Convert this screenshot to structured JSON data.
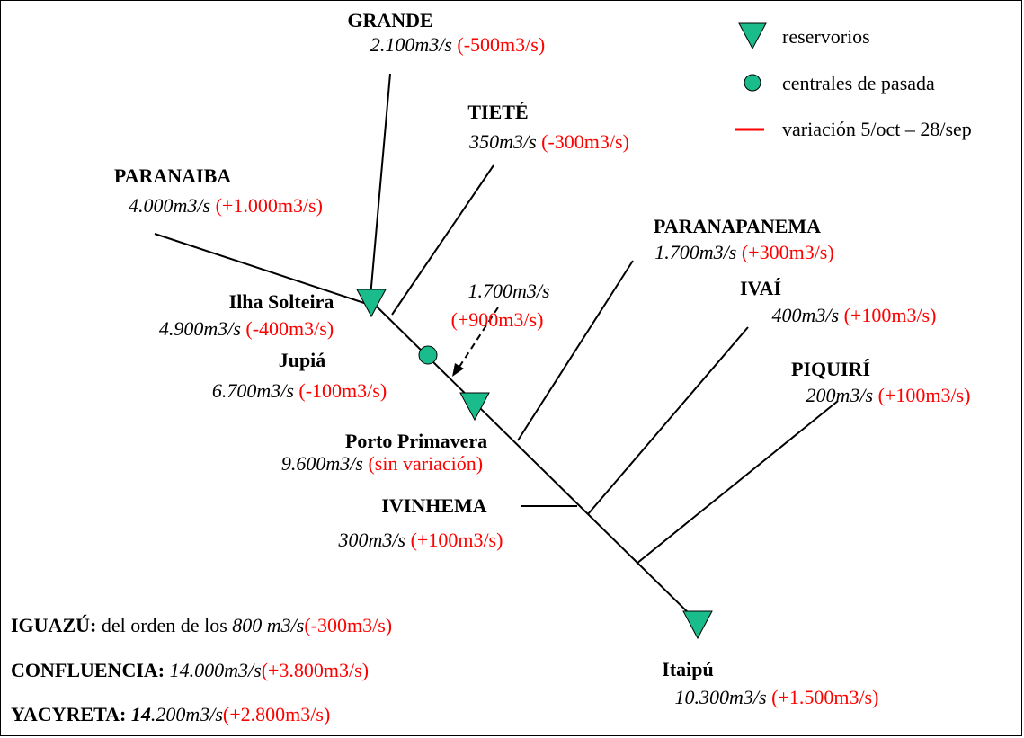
{
  "colors": {
    "reservoir": "#1abc8c",
    "variation": "#ff0000",
    "lines": "#000000"
  },
  "legend": {
    "reservoir_icon": "triangle-down-icon",
    "run_of_river_icon": "circle-icon",
    "variation_icon": "red-dash-icon",
    "reservoir": "reservorios",
    "run_of_river": "centrales de pasada",
    "variation": "variación 5/oct – 28/sep"
  },
  "nodes": {
    "grande": {
      "name": "GRANDE",
      "flow": "2.100m3/s",
      "change": "(-500m3/s)"
    },
    "tiete": {
      "name": "TIETÉ",
      "flow": "350m3/s",
      "change": "(-300m3/s)"
    },
    "paranaiba": {
      "name": "PARANAIBA",
      "flow": "4.000m3/s",
      "change": "(+1.000m3/s)"
    },
    "paranapanema": {
      "name": "PARANAPANEMA",
      "flow": "1.700m3/s",
      "change": "(+300m3/s)"
    },
    "ilha_solteira": {
      "name": "Ilha Solteira",
      "flow": "4.900m3/s",
      "change": "(-400m3/s)"
    },
    "transfer": {
      "flow": "1.700m3/s",
      "change": "(+900m3/s)"
    },
    "ivai": {
      "name": "IVAÍ",
      "flow": "400m3/s",
      "change": "(+100m3/s)"
    },
    "jupia": {
      "name": "Jupiá",
      "flow": "6.700m3/s",
      "change": "(-100m3/s)"
    },
    "piquiri": {
      "name": "PIQUIRÍ",
      "flow": "200m3/s",
      "change": "(+100m3/s)"
    },
    "porto_primavera": {
      "name": "Porto Primavera",
      "flow": "9.600m3/s",
      "change": "(sin variación)"
    },
    "ivinhema": {
      "name": "IVINHEMA",
      "flow": "300m3/s",
      "change": "(+100m3/s)"
    },
    "itaipu": {
      "name": "Itaipú",
      "flow": "10.300m3/s",
      "change": "(+1.500m3/s)"
    }
  },
  "summary": {
    "iguazu": {
      "name": "IGUAZÚ:",
      "text": "del orden de los",
      "flow": "800 m3/s",
      "change": "(-300m3/s)"
    },
    "confluencia": {
      "name": "CONFLUENCIA:",
      "flow": "14.000m3/s",
      "change": "(+3.800m3/s)"
    },
    "yacyreta": {
      "name": "YACYRETA:",
      "flow_bold": "14",
      "flow_rest": ".200m3/s",
      "change": "(+2.800m3/s)"
    }
  }
}
